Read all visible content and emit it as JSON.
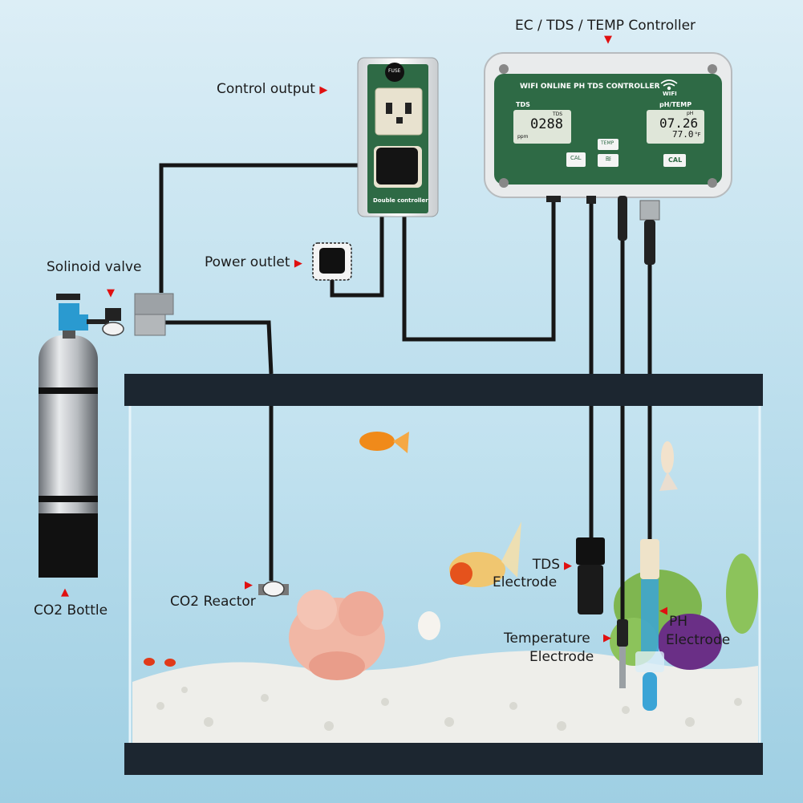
{
  "labels": {
    "controller": "EC / TDS / TEMP Controller",
    "control_output": "Control output",
    "power_outlet": "Power outlet",
    "solenoid_valve": "Solinoid valve",
    "co2_bottle": "CO2 Bottle",
    "co2_reactor": "CO2 Reactor",
    "tds_electrode_1": "TDS",
    "tds_electrode_2": "Electrode",
    "temp_electrode_1": "Temperature",
    "temp_electrode_2": "Electrode",
    "ph_electrode_1": "PH",
    "ph_electrode_2": "Electrode"
  },
  "controller": {
    "panel_title": "WIFI ONLINE PH TDS CONTROLLER",
    "wifi_label": "WIFI",
    "tds_label": "TDS",
    "tds_value": "0288",
    "tds_small": "TDS",
    "tds_unit": "ppm",
    "ph_label": "pH/TEMP",
    "ph_small": "pH",
    "ph_value": "07.26",
    "temp_value": "77.0",
    "temp_unit": "°F",
    "cal_left": "CAL",
    "temp_btn": "TEMP",
    "cal_right": "CAL"
  },
  "output_box": {
    "fuse": "FUSE",
    "bottom_label": "Double controller"
  },
  "colors": {
    "panel_green": "#2e6a45",
    "arrow_red": "#e01010",
    "cable": "#161616",
    "tank_frame": "#1c2630"
  },
  "icons": {
    "wifi": "wifi-icon",
    "arrow": "red-triangle-arrow"
  }
}
